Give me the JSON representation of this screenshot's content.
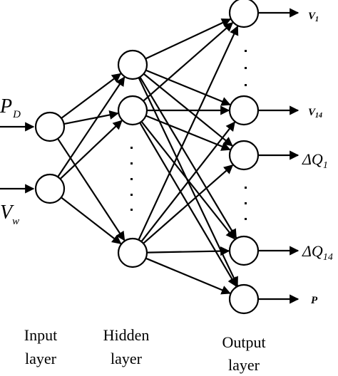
{
  "diagram": {
    "inputs": [
      {
        "id": "pd",
        "label": "P",
        "sub": "D"
      },
      {
        "id": "vw",
        "label": "V",
        "sub": "w"
      }
    ],
    "outputs": [
      {
        "id": "v1",
        "label": "V",
        "sub": "1",
        "style": "bold"
      },
      {
        "id": "v14",
        "label": "V",
        "sub": "14",
        "style": "bold"
      },
      {
        "id": "dq1",
        "label": "ΔQ",
        "sub": "1",
        "style": "delta"
      },
      {
        "id": "dq14",
        "label": "ΔQ",
        "sub": "14",
        "style": "delta"
      },
      {
        "id": "p",
        "label": "P",
        "sub": "",
        "style": "bold"
      }
    ],
    "captions": {
      "input_line1": "Input",
      "input_line2": "layer",
      "hidden_line1": "Hidden",
      "hidden_line2": "layer",
      "output_line1": "Output",
      "output_line2": "layer"
    }
  }
}
